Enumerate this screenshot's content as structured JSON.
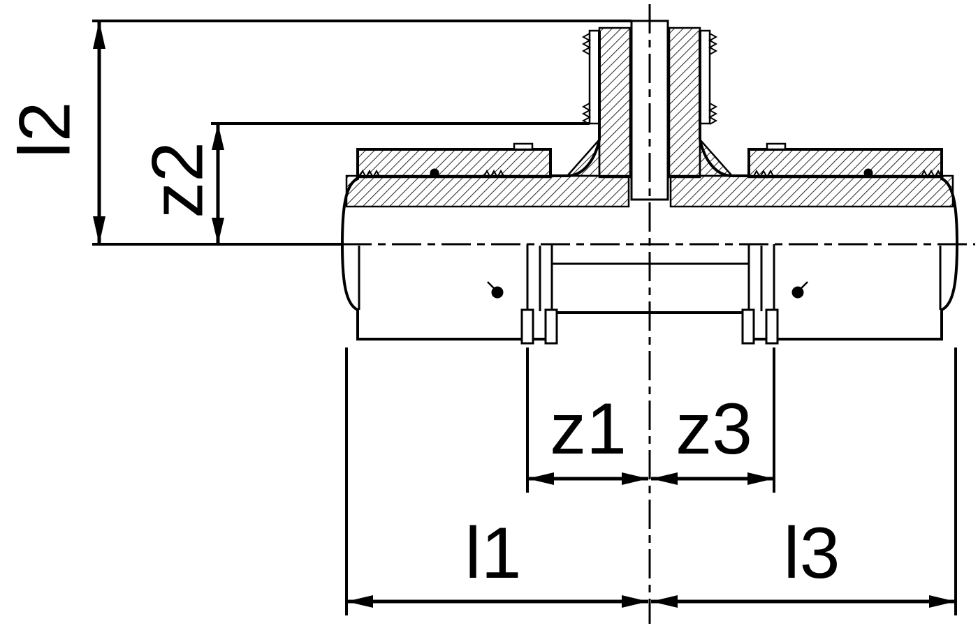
{
  "drawing": {
    "background": "#ffffff",
    "line_color": "#000000",
    "type": "press-fitting-tee-section"
  },
  "dimensions": {
    "l2": "l2",
    "z2": "z2",
    "z1": "z1",
    "z3": "z3",
    "l1": "l1",
    "l3": "l3"
  }
}
